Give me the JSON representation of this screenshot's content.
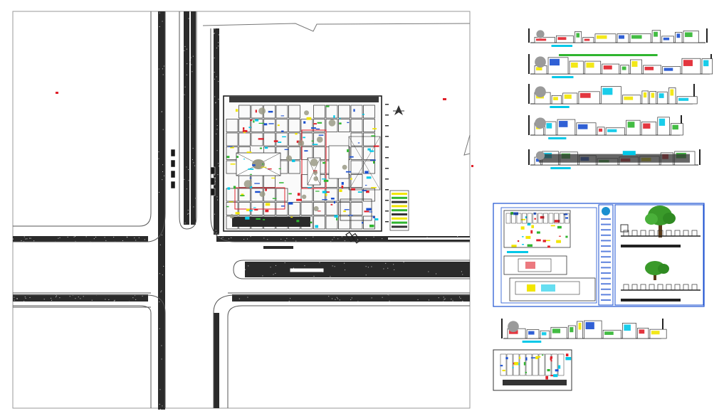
{
  "drawing": {
    "colors": {
      "background": "#ffffff",
      "road": "#2b2b2b",
      "line": "#555555",
      "wall": "#1f1f1f",
      "accent_red": "#e0202a",
      "accent_cyan": "#00c8e8",
      "accent_blue": "#1a4fd0",
      "accent_yellow": "#f2e600",
      "accent_green": "#2fb52f",
      "tree_green": "#3a9a2a",
      "hatch_gray": "#9a9a86"
    },
    "views": [
      {
        "id": "site-plan",
        "kind": "site plan with streets"
      },
      {
        "id": "elevation-1",
        "kind": "elevation"
      },
      {
        "id": "elevation-2",
        "kind": "elevation"
      },
      {
        "id": "elevation-3",
        "kind": "elevation"
      },
      {
        "id": "elevation-4",
        "kind": "elevation"
      },
      {
        "id": "elevation-5",
        "kind": "section"
      },
      {
        "id": "plotted-sheet",
        "kind": "layout sheet with title block"
      },
      {
        "id": "elevation-6",
        "kind": "elevation"
      },
      {
        "id": "plan-thumbnail",
        "kind": "floor plan"
      }
    ]
  }
}
